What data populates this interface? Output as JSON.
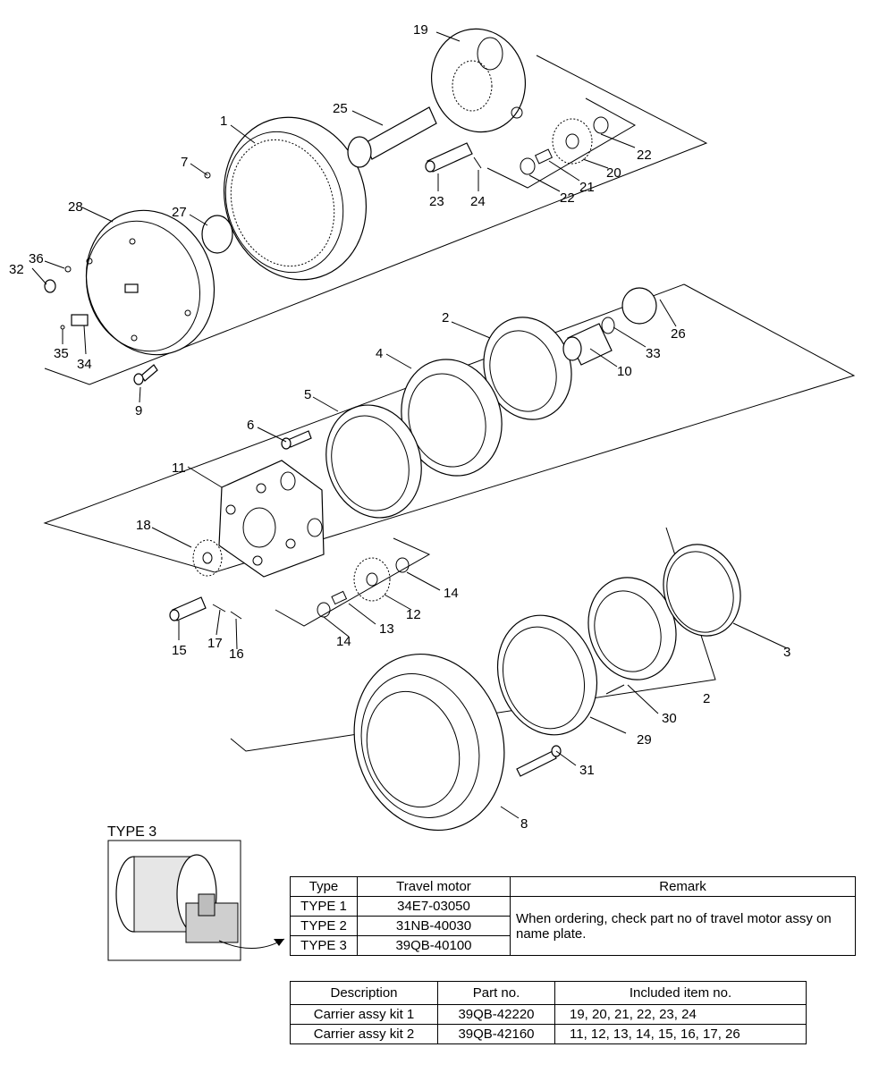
{
  "callouts": [
    "1",
    "2",
    "3",
    "4",
    "5",
    "6",
    "7",
    "8",
    "9",
    "10",
    "11",
    "12",
    "13",
    "14",
    "15",
    "16",
    "17",
    "18",
    "19",
    "20",
    "21",
    "22",
    "23",
    "24",
    "25",
    "26",
    "27",
    "28",
    "29",
    "30",
    "31",
    "32",
    "33",
    "34",
    "35",
    "36"
  ],
  "inset": {
    "title": "TYPE 3"
  },
  "type_table": {
    "headers": [
      "Type",
      "Travel motor",
      "Remark"
    ],
    "rows": [
      [
        "TYPE 1",
        "34E7-03050"
      ],
      [
        "TYPE 2",
        "31NB-40030"
      ],
      [
        "TYPE 3",
        "39QB-40100"
      ]
    ],
    "remark": "When ordering, check part no of travel motor assy on name plate."
  },
  "kit_table": {
    "headers": [
      "Description",
      "Part no.",
      "Included item no."
    ],
    "rows": [
      [
        "Carrier assy kit 1",
        "39QB-42220",
        "19, 20, 21, 22, 23, 24"
      ],
      [
        "Carrier assy kit 2",
        "39QB-42160",
        "11, 12, 13, 14, 15, 16, 17, 26"
      ]
    ]
  }
}
